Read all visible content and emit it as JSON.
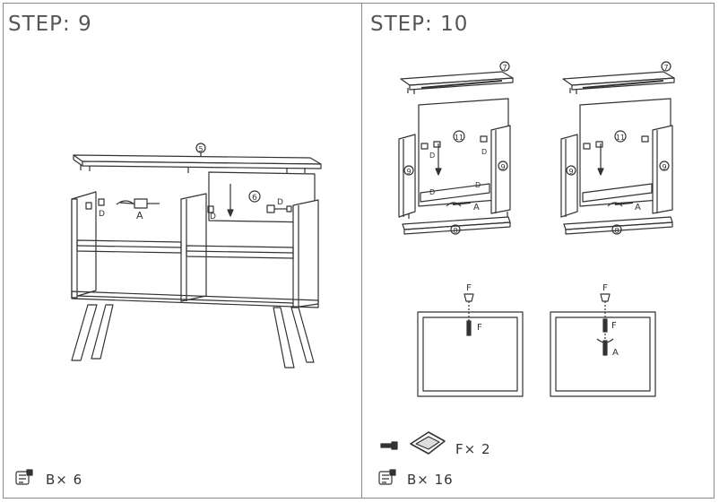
{
  "steps": [
    {
      "title": "STEP: 9",
      "labels": {
        "top_panel": "5",
        "back_panel": "6",
        "fastener": "D",
        "screw": "A"
      },
      "footer": {
        "icon": "hardware-bag-icon",
        "text": "B× 6"
      }
    },
    {
      "title": "STEP: 10",
      "labels": {
        "top_panel": "7",
        "back_panel": "11",
        "side_panel": "9",
        "bottom_panel": "8",
        "fastener": "D",
        "screw": "A",
        "foot": "F"
      },
      "hardware": {
        "icon": "screw-and-foot-icon",
        "text": "F× 2"
      },
      "footer": {
        "icon": "hardware-bag-icon",
        "text": "B× 16"
      }
    }
  ]
}
